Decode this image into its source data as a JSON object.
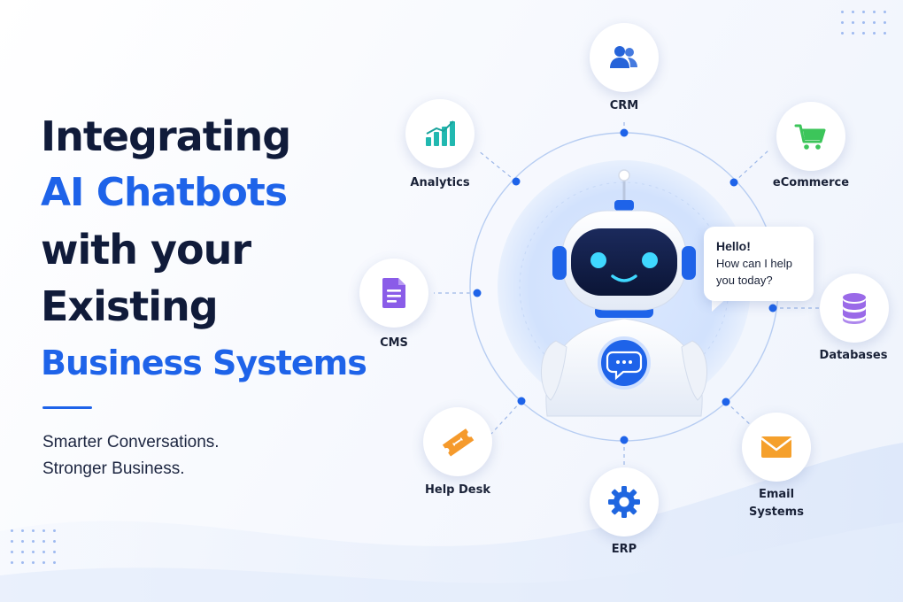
{
  "headline": {
    "line1": "Integrating",
    "line2": "AI Chatbots",
    "line3": "with your",
    "line4": "Existing",
    "line5": "Business Systems"
  },
  "tagline": {
    "line1": "Smarter Conversations.",
    "line2": "Stronger Business."
  },
  "chat_bubble": {
    "greeting": "Hello!",
    "line1": "How can I help",
    "line2": "you today?"
  },
  "systems": {
    "crm": "CRM",
    "ecommerce": "eCommerce",
    "analytics": "Analytics",
    "cms": "CMS",
    "databases": "Databases",
    "helpdesk": "Help Desk",
    "erp": "ERP",
    "email_line1": "Email",
    "email_line2": "Systems"
  },
  "colors": {
    "navy": "#101b3a",
    "brand_blue": "#1e63e9",
    "crm": "#2563d9",
    "ecommerce": "#3cc55a",
    "analytics": "#21b8b0",
    "cms": "#8a5ce8",
    "databases": "#9a6ae8",
    "helpdesk": "#f59a2c",
    "erp": "#1f66e0",
    "email": "#f5a02c"
  },
  "icons": {
    "crm": "users-icon",
    "ecommerce": "shopping-cart-icon",
    "analytics": "bar-chart-icon",
    "cms": "document-icon",
    "databases": "database-icon",
    "helpdesk": "ticket-icon",
    "erp": "gear-icon",
    "email": "envelope-icon",
    "center": "robot-icon",
    "chest": "chat-bubble-icon"
  }
}
